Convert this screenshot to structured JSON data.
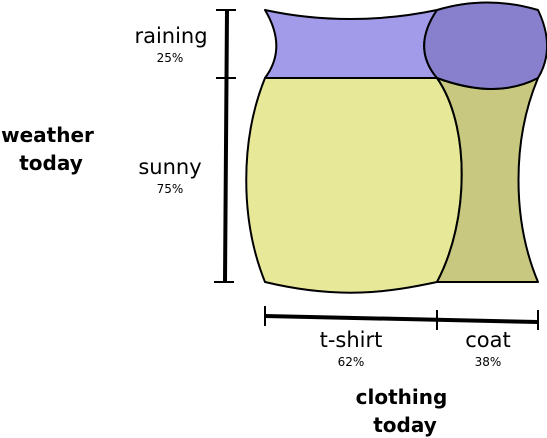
{
  "weather": {
    "axis_title_line1": "weather",
    "axis_title_line2": "today",
    "raining": {
      "label": "raining",
      "percent": "25%",
      "fraction": 0.25
    },
    "sunny": {
      "label": "sunny",
      "percent": "75%",
      "fraction": 0.75
    }
  },
  "clothing": {
    "axis_title_line1": "clothing",
    "axis_title_line2": "today",
    "tshirt": {
      "label": "t-shirt",
      "percent": "62%",
      "fraction": 0.62
    },
    "coat": {
      "label": "coat",
      "percent": "38%",
      "fraction": 0.38
    }
  },
  "colors": {
    "raining_tshirt": "#a29bea",
    "raining_coat": "#8880cc",
    "sunny_tshirt": "#e8e899",
    "sunny_coat": "#c8c880",
    "outline": "#000000"
  }
}
